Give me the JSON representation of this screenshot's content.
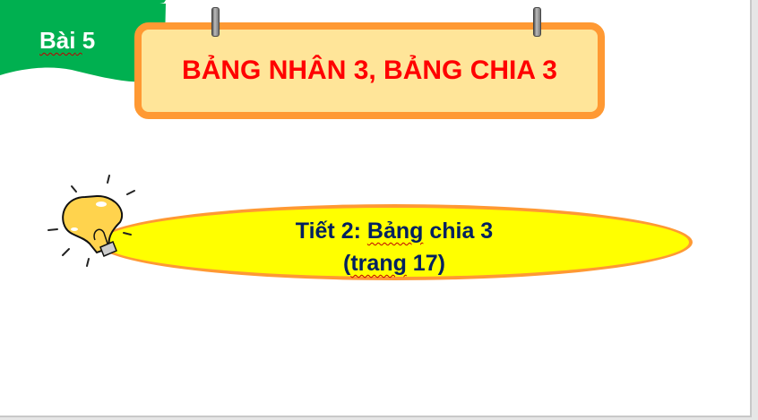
{
  "lesson_label": {
    "word": "Bài",
    "number": "5"
  },
  "title": "BẢNG NHÂN 3, BẢNG CHIA 3",
  "subtitle": {
    "line1_prefix": "Tiết 2: ",
    "line1_word": "Bảng",
    "line1_suffix": " chia 3",
    "line2_open": "(",
    "line2_word": "trang",
    "line2_suffix": " 17)"
  },
  "colors": {
    "flag": "#00b050",
    "title_text": "#ff0000",
    "title_fill": "#ffe599",
    "border": "#ff9933",
    "oval_fill": "#ffff00",
    "subtitle_text": "#002060"
  }
}
